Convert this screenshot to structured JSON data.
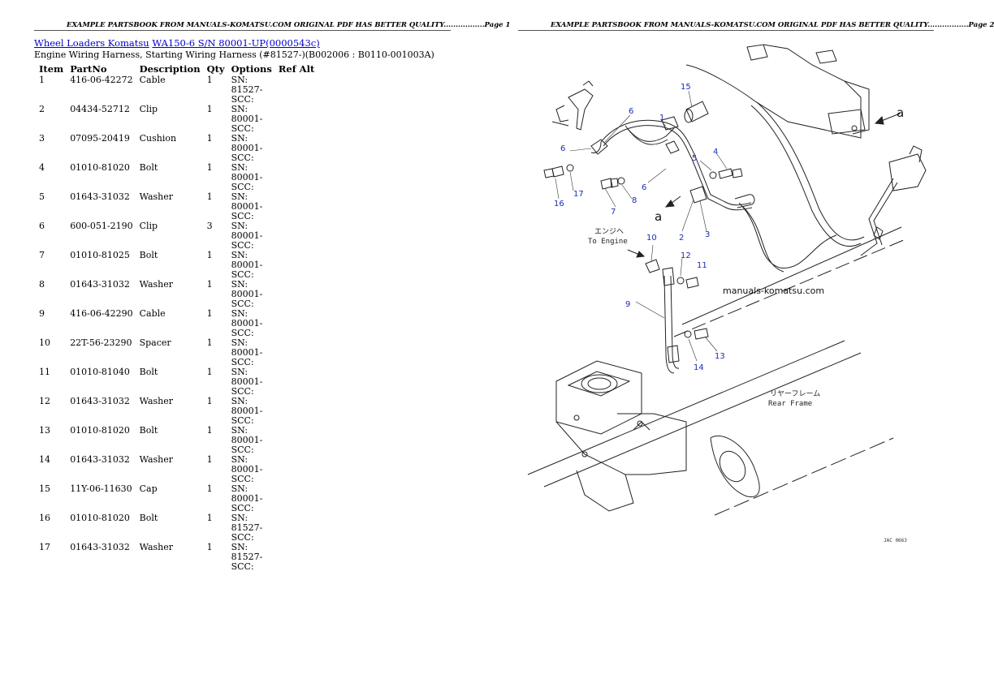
{
  "page_headers": {
    "left": "EXAMPLE PARTSBOOK FROM MANUALS-KOMATSU.COM ORIGINAL PDF HAS BETTER QUALITY.................Page 1",
    "right": "EXAMPLE PARTSBOOK FROM MANUALS-KOMATSU.COM ORIGINAL PDF HAS BETTER QUALITY.................Page 2"
  },
  "breadcrumb": {
    "link1": "Wheel Loaders Komatsu",
    "link2": "WA150-6 S/N 80001-UP(0000543c)"
  },
  "subtitle": "Engine Wiring Harness, Starting Wiring Harness (#81527-)(B002006 : B0110-001003A)",
  "table": {
    "headers": [
      "Item",
      "PartNo",
      "Description",
      "Qty",
      "Options",
      "Ref Alt"
    ],
    "rows": [
      {
        "item": "1",
        "partno": "416-06-42272",
        "desc": "Cable",
        "qty": "1",
        "opt1": "SN: 81527-",
        "opt2": "SCC:"
      },
      {
        "item": "2",
        "partno": "04434-52712",
        "desc": "Clip",
        "qty": "1",
        "opt1": "SN: 80001-",
        "opt2": "SCC:"
      },
      {
        "item": "3",
        "partno": "07095-20419",
        "desc": "Cushion",
        "qty": "1",
        "opt1": "SN: 80001-",
        "opt2": "SCC:"
      },
      {
        "item": "4",
        "partno": "01010-81020",
        "desc": "Bolt",
        "qty": "1",
        "opt1": "SN: 80001-",
        "opt2": "SCC:"
      },
      {
        "item": "5",
        "partno": "01643-31032",
        "desc": "Washer",
        "qty": "1",
        "opt1": "SN: 80001-",
        "opt2": "SCC:"
      },
      {
        "item": "6",
        "partno": "600-051-2190",
        "desc": "Clip",
        "qty": "3",
        "opt1": "SN: 80001-",
        "opt2": "SCC:"
      },
      {
        "item": "7",
        "partno": "01010-81025",
        "desc": "Bolt",
        "qty": "1",
        "opt1": "SN: 80001-",
        "opt2": "SCC:"
      },
      {
        "item": "8",
        "partno": "01643-31032",
        "desc": "Washer",
        "qty": "1",
        "opt1": "SN: 80001-",
        "opt2": "SCC:"
      },
      {
        "item": "9",
        "partno": "416-06-42290",
        "desc": "Cable",
        "qty": "1",
        "opt1": "SN: 80001-",
        "opt2": "SCC:"
      },
      {
        "item": "10",
        "partno": "22T-56-23290",
        "desc": "Spacer",
        "qty": "1",
        "opt1": "SN: 80001-",
        "opt2": "SCC:"
      },
      {
        "item": "11",
        "partno": "01010-81040",
        "desc": "Bolt",
        "qty": "1",
        "opt1": "SN: 80001-",
        "opt2": "SCC:"
      },
      {
        "item": "12",
        "partno": "01643-31032",
        "desc": "Washer",
        "qty": "1",
        "opt1": "SN: 80001-",
        "opt2": "SCC:"
      },
      {
        "item": "13",
        "partno": "01010-81020",
        "desc": "Bolt",
        "qty": "1",
        "opt1": "SN: 80001-",
        "opt2": "SCC:"
      },
      {
        "item": "14",
        "partno": "01643-31032",
        "desc": "Washer",
        "qty": "1",
        "opt1": "SN: 80001-",
        "opt2": "SCC:"
      },
      {
        "item": "15",
        "partno": "11Y-06-11630",
        "desc": "Cap",
        "qty": "1",
        "opt1": "SN: 80001-",
        "opt2": "SCC:"
      },
      {
        "item": "16",
        "partno": "01010-81020",
        "desc": "Bolt",
        "qty": "1",
        "opt1": "SN: 81527-",
        "opt2": "SCC:"
      },
      {
        "item": "17",
        "partno": "01643-31032",
        "desc": "Washer",
        "qty": "1",
        "opt1": "SN: 81527-",
        "opt2": "SCC:"
      }
    ]
  },
  "diagram": {
    "callouts": [
      "15",
      "1",
      "6",
      "6",
      "5",
      "4",
      "6",
      "16",
      "17",
      "7",
      "8",
      "2",
      "3",
      "a",
      "a",
      "10",
      "12",
      "11",
      "9",
      "13",
      "14"
    ],
    "to_engine_jp": "エンジヘ",
    "to_engine_en": "To Engine",
    "rear_frame_jp": "リヤーフレーム",
    "rear_frame_en": "Rear Frame",
    "watermark": "manuals-komatsu.com",
    "drawing_code": "JAC 0663"
  }
}
